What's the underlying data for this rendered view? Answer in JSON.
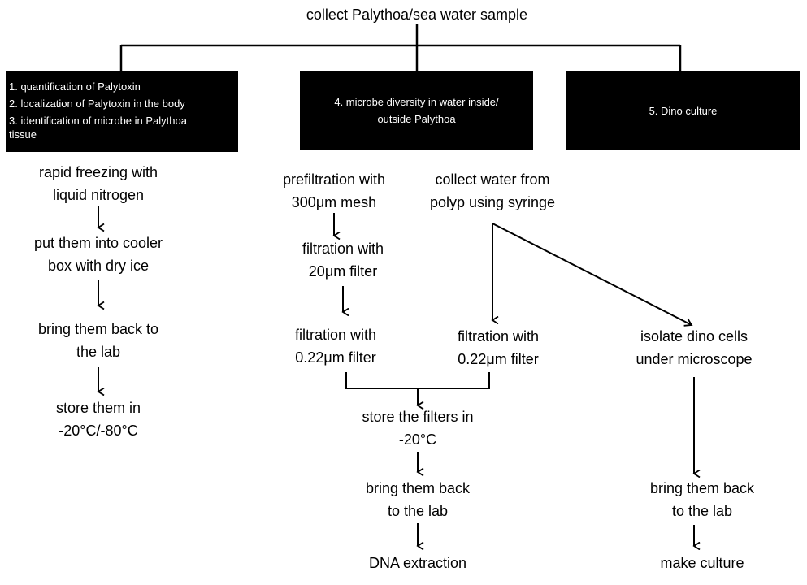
{
  "title": "collect Palythoa/sea water sample",
  "box1": {
    "lines": [
      "1. quantification of Palytoxin",
      "2. localization of Palytoxin in the body",
      "3. identification of microbe in Palythoa",
      "tissue"
    ]
  },
  "box2": {
    "lines": [
      "4. microbe diversity in water inside/",
      "outside Palythoa"
    ]
  },
  "box3": {
    "lines": [
      "5. Dino culture"
    ]
  },
  "col1": [
    [
      "rapid freezing with",
      "liquid nitrogen"
    ],
    [
      "put them into cooler",
      "box with dry ice"
    ],
    [
      "bring them back to",
      "the lab"
    ],
    [
      "store them in",
      "-20°C/-80°C"
    ]
  ],
  "col2": {
    "prefiltration": [
      "prefiltration with",
      "300μm mesh"
    ],
    "filtration20": [
      "filtration with",
      "20μm filter"
    ],
    "filtration022a": [
      "filtration with",
      "0.22μm filter"
    ],
    "collect": [
      "collect water from",
      "polyp using syringe"
    ],
    "filtration022b": [
      "filtration with",
      "0.22μm filter"
    ],
    "store": [
      "store the filters in",
      "-20°C"
    ],
    "bring": [
      "bring them back",
      "to the lab"
    ],
    "dna": [
      "DNA extraction"
    ]
  },
  "col3": {
    "isolate": [
      "isolate dino cells",
      "under microscope"
    ],
    "bring": [
      "bring them back",
      "to the lab"
    ],
    "culture": [
      "make culture"
    ]
  }
}
